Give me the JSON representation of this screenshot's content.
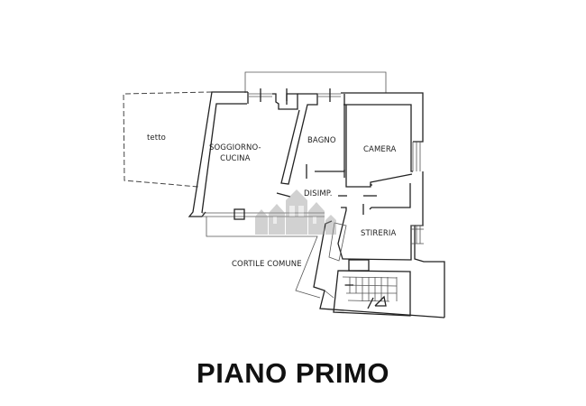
{
  "floor_plan": {
    "title": "PIANO PRIMO",
    "rooms": [
      {
        "id": "tetto",
        "label": "tetto"
      },
      {
        "id": "soggiorno-cucina",
        "label": "SOGGIORNO-\nCUCINA"
      },
      {
        "id": "bagno",
        "label": "BAGNO"
      },
      {
        "id": "camera",
        "label": "CAMERA"
      },
      {
        "id": "disimpegno",
        "label": "DISIMP."
      },
      {
        "id": "stireria",
        "label": "STIRERIA"
      },
      {
        "id": "cortile-comune",
        "label": "CORTILE COMUNE"
      }
    ],
    "watermark": "house-logo",
    "colors": {
      "wall": "#222222",
      "background": "#ffffff",
      "watermark": "#a0a0a0"
    }
  }
}
